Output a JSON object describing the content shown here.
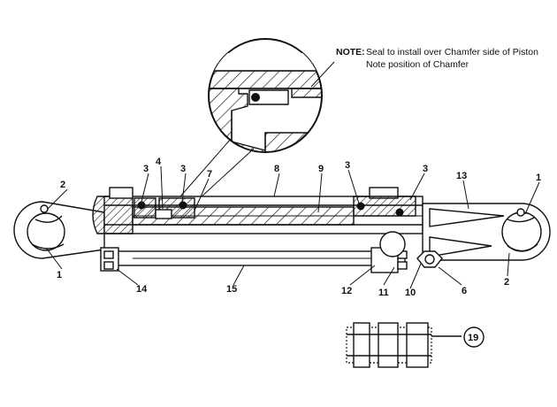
{
  "note": {
    "heading": "NOTE:",
    "line1": "Seal to install over Chamfer side of Piston",
    "line2": "Note position of Chamfer"
  },
  "callouts": {
    "c1_left": "1",
    "c2_left": "2",
    "c3_a": "3",
    "c4": "4",
    "c3_b": "3",
    "c7": "7",
    "c8": "8",
    "c9": "9",
    "c3_c": "3",
    "c3_d": "3",
    "c13": "13",
    "c1_right": "1",
    "c2_right": "2",
    "c14": "14",
    "c15": "15",
    "c12": "12",
    "c11": "11",
    "c10": "10",
    "c6": "6",
    "c19": "19"
  }
}
